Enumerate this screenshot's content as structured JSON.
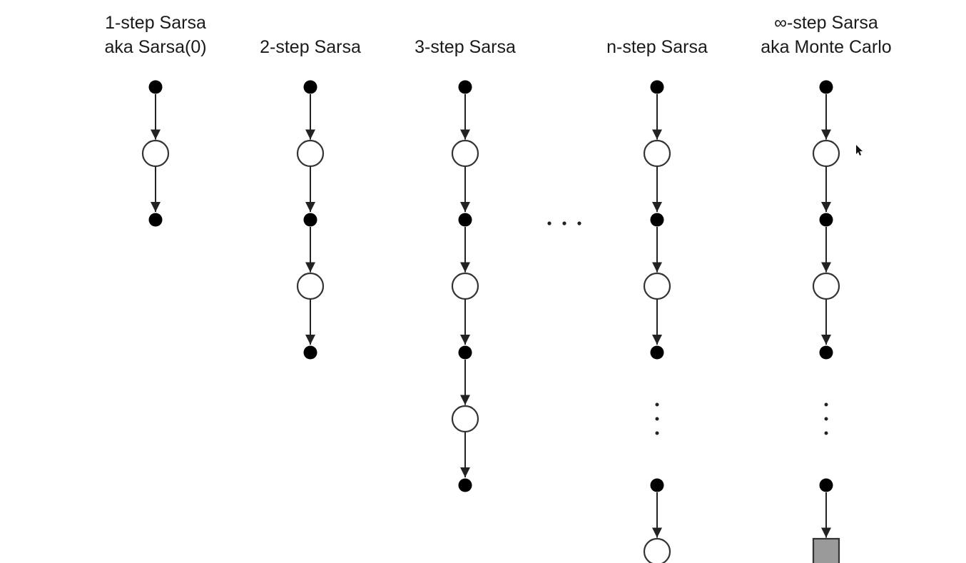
{
  "diagram": {
    "columns": [
      {
        "id": "sarsa-1",
        "title_lines": [
          "1-step Sarsa",
          "aka Sarsa(0)"
        ],
        "sequence": [
          "action",
          "state",
          "action"
        ]
      },
      {
        "id": "sarsa-2",
        "title_lines": [
          "2-step Sarsa"
        ],
        "sequence": [
          "action",
          "state",
          "action",
          "state",
          "action"
        ]
      },
      {
        "id": "sarsa-3",
        "title_lines": [
          "3-step Sarsa"
        ],
        "sequence": [
          "action",
          "state",
          "action",
          "state",
          "action",
          "state",
          "action"
        ]
      },
      {
        "id": "sarsa-n",
        "title_lines": [
          "n-step Sarsa"
        ],
        "sequence": [
          "action",
          "state",
          "action",
          "state",
          "action",
          "ellipsis",
          "action",
          "state",
          "continues"
        ]
      },
      {
        "id": "sarsa-inf",
        "title_lines": [
          "∞-step Sarsa",
          "aka Monte Carlo"
        ],
        "sequence": [
          "action",
          "state",
          "action",
          "state",
          "action",
          "ellipsis",
          "action",
          "terminal"
        ]
      }
    ],
    "between_columns_ellipsis": "···",
    "colors": {
      "action": "#000000",
      "state_fill": "#ffffff",
      "terminal_fill": "#9a9a9a",
      "line": "#222222"
    }
  }
}
